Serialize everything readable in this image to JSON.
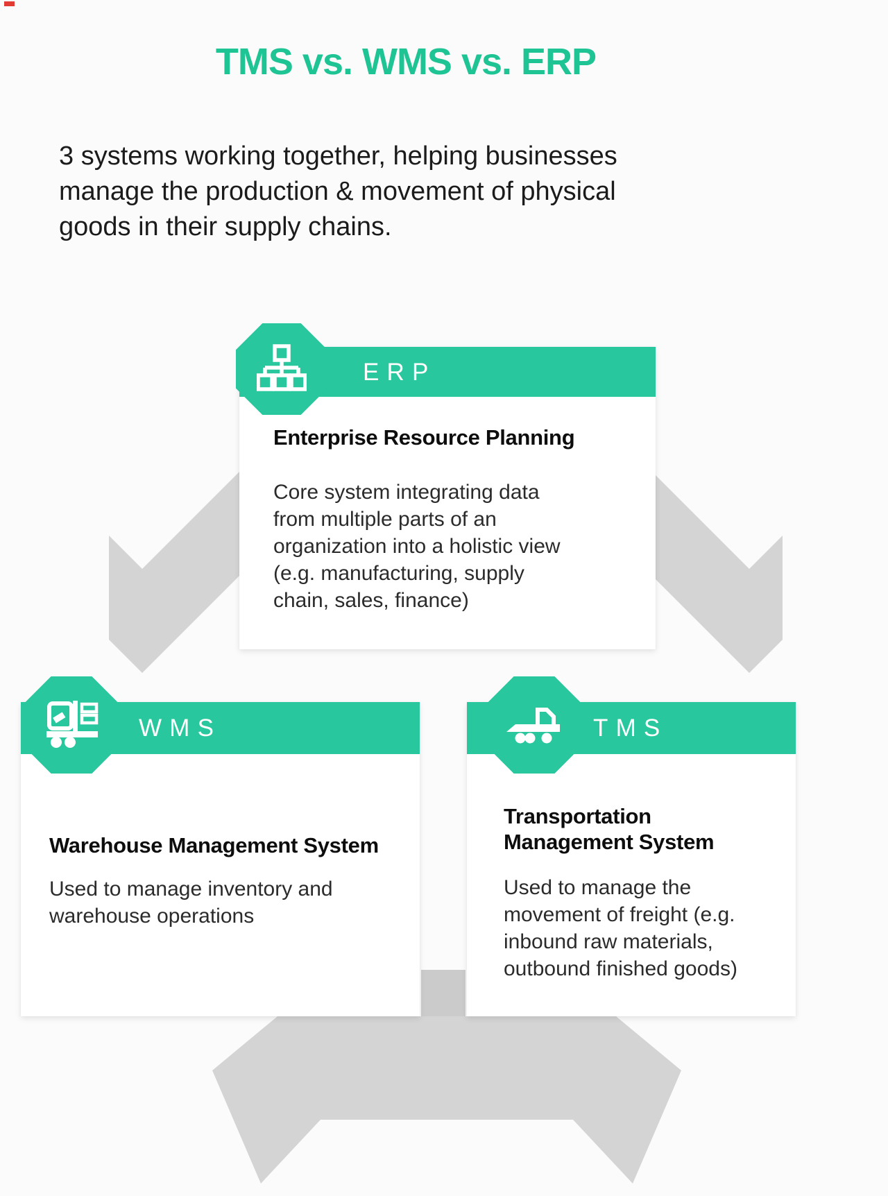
{
  "page": {
    "title": "TMS vs. WMS vs. ERP",
    "subtitle": "3 systems working together, helping businesses\nmanage the production & movement of physical\ngoods in their supply chains."
  },
  "colors": {
    "teal": "#29C79D",
    "title_teal": "#1FC494",
    "arrow_gray": "#D4D4D4",
    "arrow_stem_gray": "#CBCBCB",
    "page_bg": "#FBFBFB",
    "card_bg": "#FFFFFF",
    "text_dark": "#0D0D0D",
    "text_body": "#2B2B2B",
    "artifact_red": "#E23B33"
  },
  "cards": {
    "erp": {
      "abbr": "ERP",
      "icon": "org-chart-icon",
      "title": "Enterprise Resource Planning",
      "description": "Core system integrating data\nfrom multiple parts of an\norganization into a holistic view\n(e.g. manufacturing, supply\nchain, sales, finance)"
    },
    "wms": {
      "abbr": "WMS",
      "icon": "forklift-icon",
      "title": "Warehouse Management System",
      "description": "Used to manage inventory and\nwarehouse operations"
    },
    "tms": {
      "abbr": "TMS",
      "icon": "truck-icon",
      "title": "Transportation\nManagement System",
      "description": "Used to manage the\nmovement of freight (e.g.\ninbound raw materials,\noutbound finished goods)"
    }
  }
}
